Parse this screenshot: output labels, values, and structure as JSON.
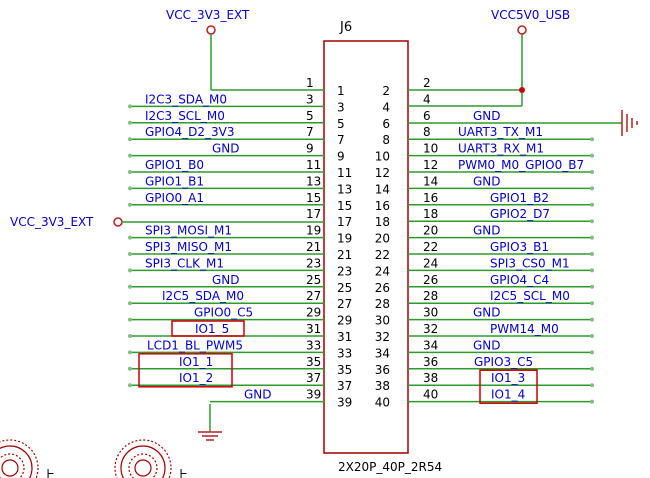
{
  "component": {
    "ref": "J6",
    "footprint": "2X20P_40P_2R54"
  },
  "power": {
    "vcc_3v3_ext_top": "VCC_3V3_EXT",
    "vcc_3v3_ext_left": "VCC_3V3_EXT",
    "vcc5v0_usb": "VCC5V0_USB"
  },
  "colors": {
    "net_label": "#0000cc",
    "pin_number": "#000000",
    "wire": "#2e9a2e",
    "power_symbol": "#b22222",
    "component_outline": "#a00000",
    "highlight_box": "#cc0000",
    "junction": "#cc0000"
  },
  "left_pins": [
    {
      "pin": "1",
      "net": "",
      "boxed": false
    },
    {
      "pin": "3",
      "net": "I2C3_SDA_M0",
      "boxed": false
    },
    {
      "pin": "5",
      "net": "I2C3_SCL_M0",
      "boxed": false
    },
    {
      "pin": "7",
      "net": "GPIO4_D2_3V3",
      "boxed": false
    },
    {
      "pin": "9",
      "net": "GND",
      "boxed": false
    },
    {
      "pin": "11",
      "net": "GPIO1_B0",
      "boxed": false
    },
    {
      "pin": "13",
      "net": "GPIO1_B1",
      "boxed": false
    },
    {
      "pin": "15",
      "net": "GPIO0_A1",
      "boxed": false
    },
    {
      "pin": "17",
      "net": "",
      "boxed": false
    },
    {
      "pin": "19",
      "net": "SPI3_MOSI_M1",
      "boxed": false
    },
    {
      "pin": "21",
      "net": "SPI3_MISO_M1",
      "boxed": false
    },
    {
      "pin": "23",
      "net": "SPI3_CLK_M1",
      "boxed": false
    },
    {
      "pin": "25",
      "net": "GND",
      "boxed": false
    },
    {
      "pin": "27",
      "net": "I2C5_SDA_M0",
      "boxed": false
    },
    {
      "pin": "29",
      "net": "GPIO0_C5",
      "boxed": false
    },
    {
      "pin": "31",
      "net": "IO1_5",
      "boxed": true
    },
    {
      "pin": "33",
      "net": "LCD1_BL_PWM5",
      "boxed": false
    },
    {
      "pin": "35",
      "net": "IO1_1",
      "boxed": true
    },
    {
      "pin": "37",
      "net": "IO1_2",
      "boxed": true
    },
    {
      "pin": "39",
      "net": "GND",
      "boxed": false
    }
  ],
  "right_pins": [
    {
      "pin": "2",
      "net": "",
      "boxed": false
    },
    {
      "pin": "4",
      "net": "",
      "boxed": false
    },
    {
      "pin": "6",
      "net": "GND",
      "boxed": false
    },
    {
      "pin": "8",
      "net": "UART3_TX_M1",
      "boxed": false
    },
    {
      "pin": "10",
      "net": "UART3_RX_M1",
      "boxed": false
    },
    {
      "pin": "12",
      "net": "PWM0_M0_GPIO0_B7",
      "boxed": false
    },
    {
      "pin": "14",
      "net": "GND",
      "boxed": false
    },
    {
      "pin": "16",
      "net": "GPIO1_B2",
      "boxed": false
    },
    {
      "pin": "18",
      "net": "GPIO2_D7",
      "boxed": false
    },
    {
      "pin": "20",
      "net": "GND",
      "boxed": false
    },
    {
      "pin": "22",
      "net": "GPIO3_B1",
      "boxed": false
    },
    {
      "pin": "24",
      "net": "SPI3_CS0_M1",
      "boxed": false
    },
    {
      "pin": "26",
      "net": "GPIO4_C4",
      "boxed": false
    },
    {
      "pin": "28",
      "net": "I2C5_SCL_M0",
      "boxed": false
    },
    {
      "pin": "30",
      "net": "GND",
      "boxed": false
    },
    {
      "pin": "32",
      "net": "PWM14_M0",
      "boxed": false
    },
    {
      "pin": "34",
      "net": "GND",
      "boxed": false
    },
    {
      "pin": "36",
      "net": "GPIO3_C5",
      "boxed": false
    },
    {
      "pin": "38",
      "net": "IO1_3",
      "boxed": true
    },
    {
      "pin": "40",
      "net": "IO1_4",
      "boxed": true
    }
  ],
  "bottom_glyphs": [
    "上",
    "上"
  ]
}
